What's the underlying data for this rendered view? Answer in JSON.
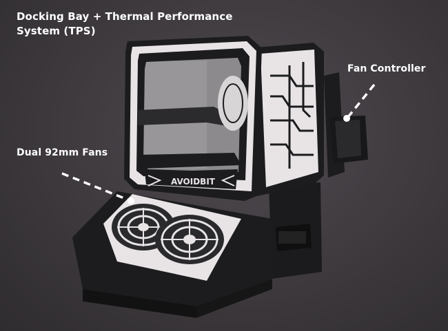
{
  "caption": {
    "title": "Docking Bay + Thermal Performance System (TPS)",
    "fan_controller": "Fan Controller",
    "dual_fans": "Dual 92mm Fans"
  },
  "product": {
    "brand": "AVOIDBIT"
  },
  "colors": {
    "background": "#3d393d",
    "body": "#1a1a1c",
    "panel": "#e8e4e6",
    "callout": "#ffffff"
  }
}
